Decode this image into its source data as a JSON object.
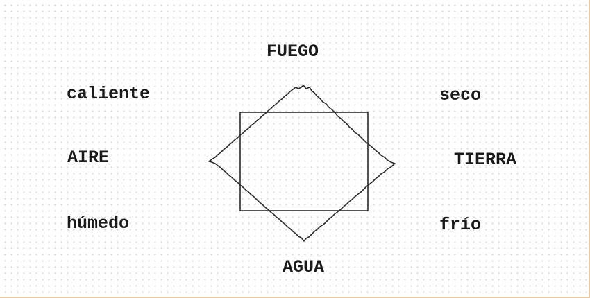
{
  "elements": {
    "fuego": "FUEGO",
    "aire": "AIRE",
    "tierra": "TIERRA",
    "agua": "AGUA"
  },
  "qualities": {
    "caliente": "caliente",
    "seco": "seco",
    "humedo": "húmedo",
    "frio": "frío"
  },
  "colors": {
    "ink": "#1a1a1a",
    "frame_border": "#e6c9a8",
    "dot_grid": "#d2d2d2"
  }
}
